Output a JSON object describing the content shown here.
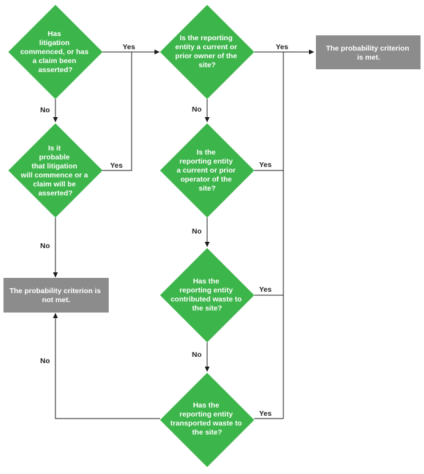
{
  "colors": {
    "decision": "#3cb54a",
    "outcome": "#8c8c8c",
    "line": "#1a1a1a"
  },
  "decisions": [
    {
      "id": "d1",
      "lines": [
        "Has",
        "litigation",
        "commenced, or has",
        "a claim been",
        "asserted?"
      ]
    },
    {
      "id": "d2",
      "lines": [
        "Is it",
        "probable",
        "that litigation",
        "will commence or a",
        "claim will be",
        "asserted?"
      ]
    },
    {
      "id": "d3",
      "lines": [
        "Is the reporting",
        "entity a current or",
        "prior owner of the",
        "site?"
      ]
    },
    {
      "id": "d4",
      "lines": [
        "Is the",
        "reporting entity",
        "a current or prior",
        "operator of the",
        "site?"
      ]
    },
    {
      "id": "d5",
      "lines": [
        "Has the",
        "reporting entity",
        "contributed waste to",
        "the site?"
      ]
    },
    {
      "id": "d6",
      "lines": [
        "Has the",
        "reporting entity",
        "transported waste to",
        "the site?"
      ]
    }
  ],
  "outcomes": {
    "met": [
      "The probability criterion",
      "is met."
    ],
    "not_met": [
      "The probability criterion is",
      "not met."
    ]
  },
  "edge_labels": {
    "yes": "Yes",
    "no": "No"
  }
}
